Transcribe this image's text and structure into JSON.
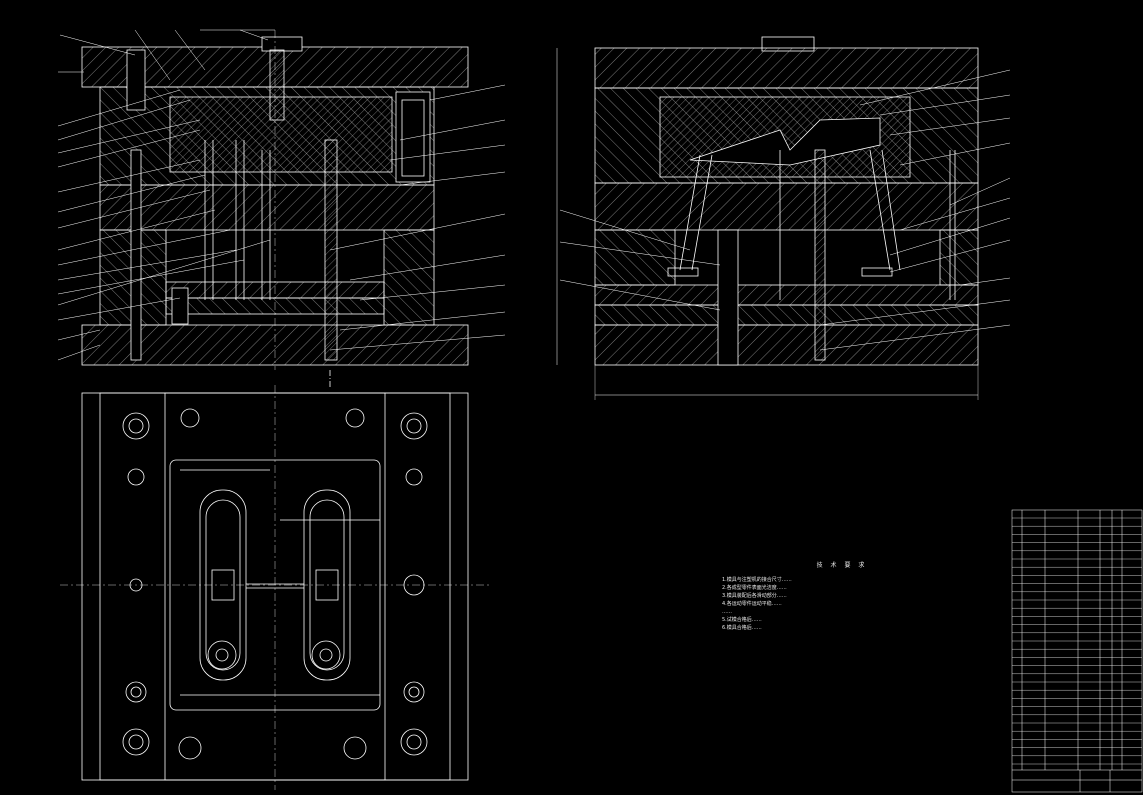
{
  "colors": {
    "background": "#000000",
    "line": "#ffffff",
    "hatch": "#d9d9d9",
    "accent_yellow": "#e8d24a",
    "accent_red": "#d23c3c",
    "accent_cyan": "#4ad2e8"
  },
  "tech_requirements": {
    "title": "技 术 要 求",
    "items": [
      "1.模具与注塑机的接合尺寸……",
      "2.各成型零件表面光洁度……",
      "3.模具装配后各滑动部分……",
      "4.各运动零件运动平稳……",
      "  ……",
      "5.试模合格后……",
      "6.模具合格后……"
    ]
  }
}
